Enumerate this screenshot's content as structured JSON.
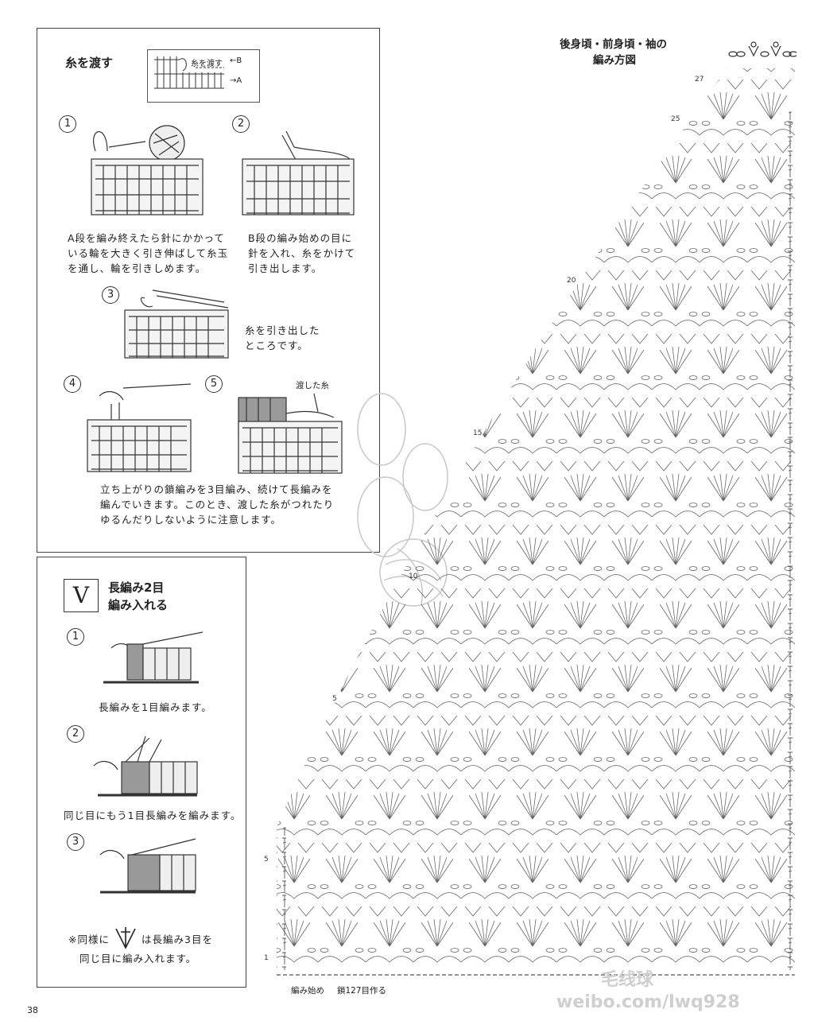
{
  "page_number": "38",
  "panel_top": {
    "title": "糸を渡す",
    "mini_chart": {
      "label": "糸を渡す",
      "marker_b": "←B",
      "marker_a": "→A"
    },
    "steps": [
      {
        "num": "1",
        "text": "A段を編み終えたら針にかかって\nいる輪を大きく引き伸ばして糸玉\nを通し、輪を引きしめます。"
      },
      {
        "num": "2",
        "text": "B段の編み始めの目に\n針を入れ、糸をかけて\n引き出します。"
      },
      {
        "num": "3",
        "text": "糸を引き出した\nところです。"
      },
      {
        "num": "4",
        "text": ""
      },
      {
        "num": "5",
        "text": "",
        "label": "渡した糸"
      }
    ],
    "bottom_text": "立ち上がりの鎖編みを3目編み、続けて長編みを\n編んでいきます。このとき、渡した糸がつれたり\nゆるんだりしないように注意します。"
  },
  "panel_bottom": {
    "title_line1": "長編み2目",
    "title_line2": "編み入れる",
    "symbol": "V",
    "steps": [
      {
        "num": "1",
        "text": "長編みを1目編みます。"
      },
      {
        "num": "2",
        "text": "同じ目にもう1目長編みを編みます。"
      },
      {
        "num": "3",
        "text": ""
      }
    ],
    "note_line1_a": "※同様に",
    "note_line1_b": "は長編み3目を",
    "note_line2": "同じ目に編み入れます。"
  },
  "chart": {
    "title_line1": "後身頃・前身頃・袖の",
    "title_line2": "編み方図",
    "row_labels": [
      "27",
      "25",
      "20",
      "15",
      "10",
      "5",
      "1",
      "5"
    ],
    "start_label": "編み始め",
    "chain_label": "鎖127目作る"
  },
  "watermark": "weibo.com/lwq928",
  "watermark2": "毛线球"
}
